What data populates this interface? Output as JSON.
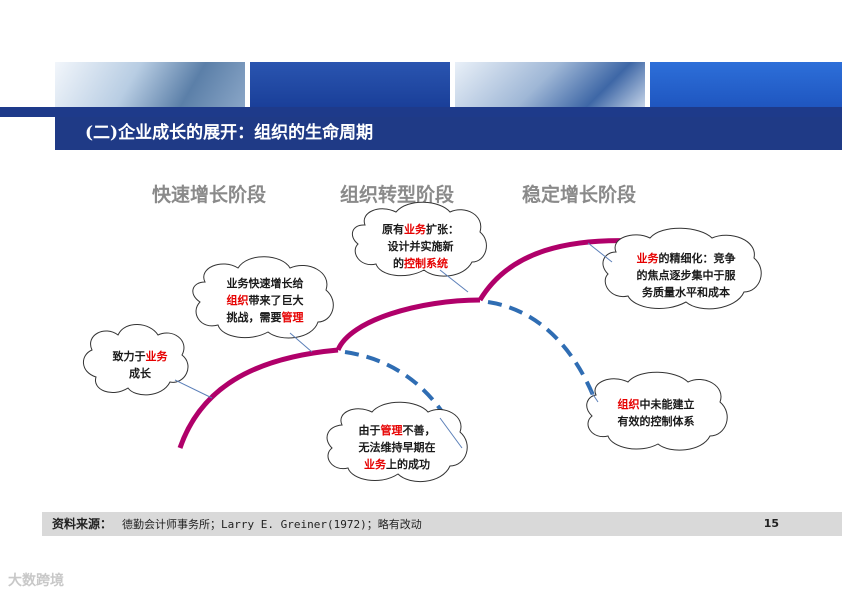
{
  "title": "(二)企业成长的展开：组织的生命周期",
  "stages": [
    "快速增长阶段",
    "组织转型阶段",
    "稳定增长阶段"
  ],
  "bubbles": {
    "b1": {
      "l1a": "致力于",
      "l1b": "业务",
      "l2": "成长"
    },
    "b2": {
      "l1": "业务快速增长给",
      "l2a": "组织",
      "l2b": "带来了巨大",
      "l3a": "挑战，需要",
      "l3b": "管理"
    },
    "b3": {
      "l1a": "原有",
      "l1b": "业务",
      "l1c": "扩张：",
      "l2": "设计并实施新",
      "l3a": "的",
      "l3b": "控制系统"
    },
    "b4": {
      "l1a": "业务",
      "l1b": "的精细化：竞争",
      "l2": "的焦点逐步集中于服",
      "l3": "务质量水平和成本"
    },
    "b5": {
      "l1a": "由于",
      "l1b": "管理",
      "l1c": "不善，",
      "l2": "无法维持早期在",
      "l3a": "业务",
      "l3b": "上的成功"
    },
    "b6": {
      "l1a": "组织",
      "l1b": "中未能建立",
      "l2": "有效的控制体系"
    }
  },
  "footer": {
    "label": "资料来源：",
    "text": "德勤会计师事务所；Larry E. Greiner(1972)；略有改动",
    "page": "15"
  },
  "watermark": "大数跨境",
  "colors": {
    "accent": "#1f3a86",
    "curve": "#b0006a",
    "dash": "#2f6db3",
    "highlight": "#e60000"
  }
}
